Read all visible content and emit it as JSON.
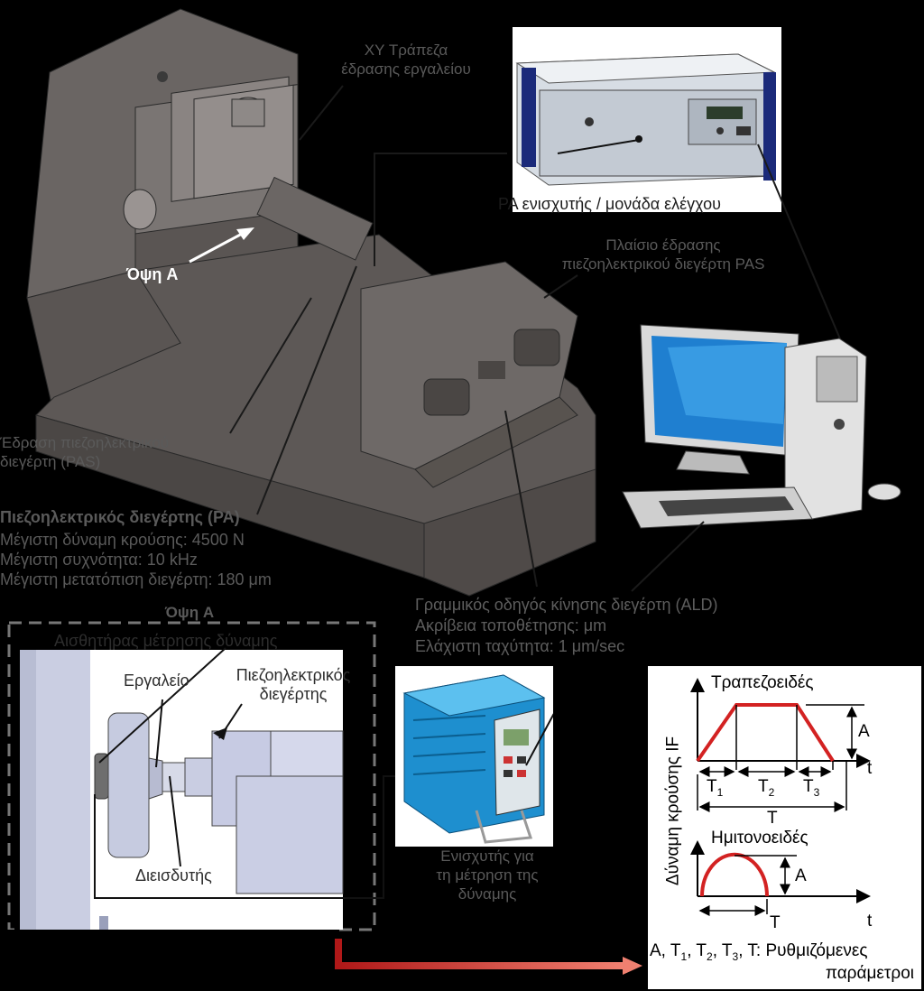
{
  "labels": {
    "xy_table": [
      "XY Τράπεζα",
      "έδρασης εργαλείου"
    ],
    "pa_amp": "PA ενισχυτής / μονάδα ελέγχου",
    "pas_frame": [
      "Πλαίσιο έδρασης",
      "πιεζοηλεκτρικού διεγέρτη PAS"
    ],
    "view_a_arrow": "Όψη A",
    "pas_mount": [
      "Έδραση πιεζοηλεκτρικού",
      "διεγέρτη (PAS)"
    ],
    "pa_title": "Πιεζοηλεκτρικός διεγέρτης (PA)",
    "pa_specs": [
      "Μέγιστη δύναμη κρούσης: 4500 N",
      "Μέγιστη συχνότητα: 10 kHz",
      "Μέγιστη μετατόπιση διεγέρτη: 180 μm"
    ],
    "ald": [
      "Γραμμικός οδηγός κίνησης διεγέρτη (ALD)",
      "Ακρίβεια τοποθέτησης: μm",
      "Ελάχιστη ταχύτητα: 1 μm/sec"
    ],
    "view_a_title": "Όψη A",
    "force_sensor": "Αισθητήρας μέτρησης δύναμης",
    "tool": "Εργαλείο",
    "actuator": [
      "Πιεζοηλεκτρικός",
      "διεγέρτης"
    ],
    "indenter": "Διεισδυτής",
    "force_amp": [
      "Ενισχυτής για",
      "τη μέτρηση της",
      "δύναμης"
    ]
  },
  "waveforms": {
    "trap_title": "Τραπεζοειδές",
    "sine_title": "Ημιτονοειδές",
    "y_axis": "Δύναμη κρούσης IF",
    "amp": "A",
    "t": "t",
    "T": "T",
    "T1": "T",
    "T1_sub": "1",
    "T2": "T",
    "T2_sub": "2",
    "T3": "T",
    "T3_sub": "3",
    "params_line1_a": "A, T",
    "params_line1_b": ", T",
    "params_line1_c": ", T",
    "params_line1_d": ", T: Ρυθμιζόμενες",
    "params_sub1": "1",
    "params_sub2": "2",
    "params_sub3": "3",
    "params_line2": "παράμετροι"
  },
  "colors": {
    "waveform": "#d32222",
    "arrow": "#e0301e",
    "machine": "#5e5a57"
  }
}
